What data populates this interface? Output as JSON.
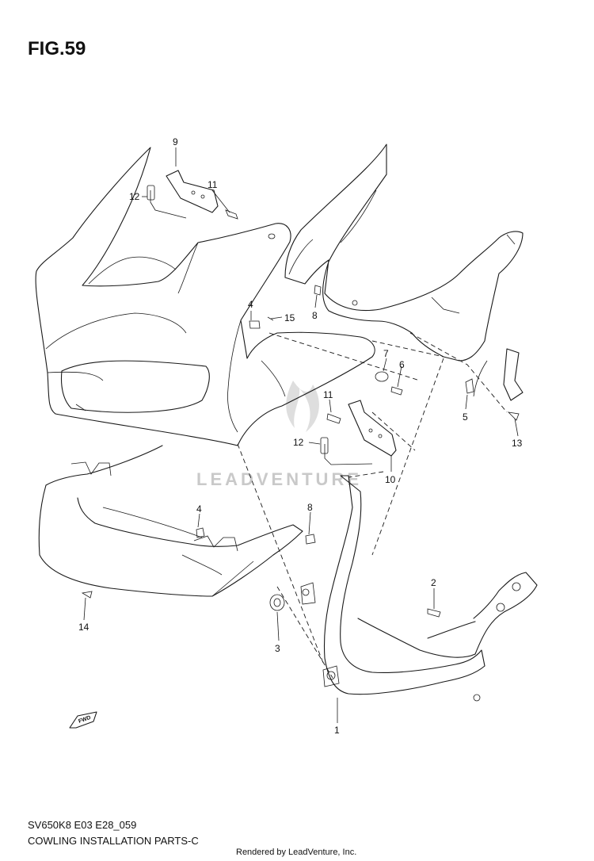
{
  "figure": {
    "title": "FIG.59",
    "code": "SV650K8 E03 E28_059",
    "name": "COWLING INSTALLATION PARTS-C",
    "rendered_by": "Rendered by LeadVenture, Inc."
  },
  "watermark": {
    "text": "LEADVENTURE"
  },
  "forward_arrow": {
    "label": "FWD"
  },
  "callouts": [
    {
      "id": "c9",
      "text": "9"
    },
    {
      "id": "c12a",
      "text": "12"
    },
    {
      "id": "c11a",
      "text": "11"
    },
    {
      "id": "c4a",
      "text": "4"
    },
    {
      "id": "c15",
      "text": "15"
    },
    {
      "id": "c8a",
      "text": "8"
    },
    {
      "id": "c7",
      "text": "7"
    },
    {
      "id": "c6",
      "text": "6"
    },
    {
      "id": "c11b",
      "text": "11"
    },
    {
      "id": "c12b",
      "text": "12"
    },
    {
      "id": "c10",
      "text": "10"
    },
    {
      "id": "c5",
      "text": "5"
    },
    {
      "id": "c13",
      "text": "13"
    },
    {
      "id": "c4b",
      "text": "4"
    },
    {
      "id": "c8b",
      "text": "8"
    },
    {
      "id": "c14",
      "text": "14"
    },
    {
      "id": "c2",
      "text": "2"
    },
    {
      "id": "c3",
      "text": "3"
    },
    {
      "id": "c1",
      "text": "1"
    }
  ]
}
